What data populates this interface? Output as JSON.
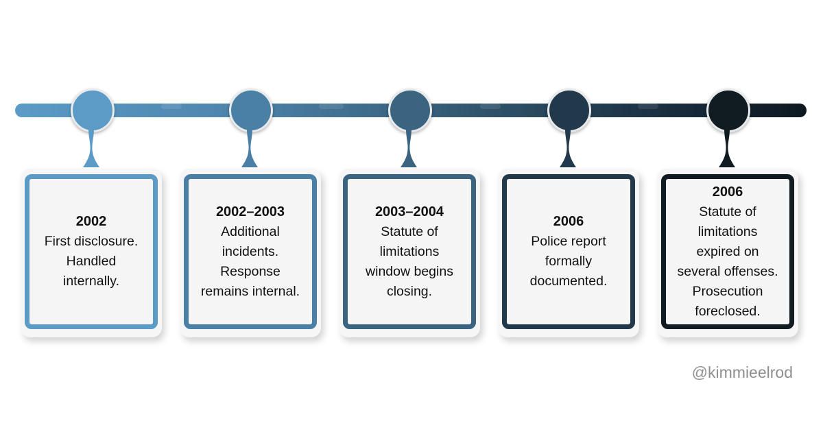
{
  "timeline": {
    "events": [
      {
        "year": "2002",
        "lines": [
          "First disclosure.",
          "Handled",
          "internally."
        ],
        "color": "#5b9bc6"
      },
      {
        "year": "2002–2003",
        "lines": [
          "Additional",
          "incidents.",
          "Response",
          "remains internal."
        ],
        "color": "#4a7fa6"
      },
      {
        "year": "2003–2004",
        "lines": [
          "Statute of",
          "limitations",
          "window begins",
          "closing."
        ],
        "color": "#3a6480"
      },
      {
        "year": "2006",
        "lines": [
          "Police report",
          "formally",
          "documented."
        ],
        "color": "#22394b"
      },
      {
        "year": "2006",
        "lines": [
          "Statute of",
          "limitations",
          "expired on",
          "several offenses.",
          "Prosecution",
          "foreclosed."
        ],
        "color": "#111b22"
      }
    ]
  },
  "footer": {
    "handle": "@kimmieelrod"
  }
}
